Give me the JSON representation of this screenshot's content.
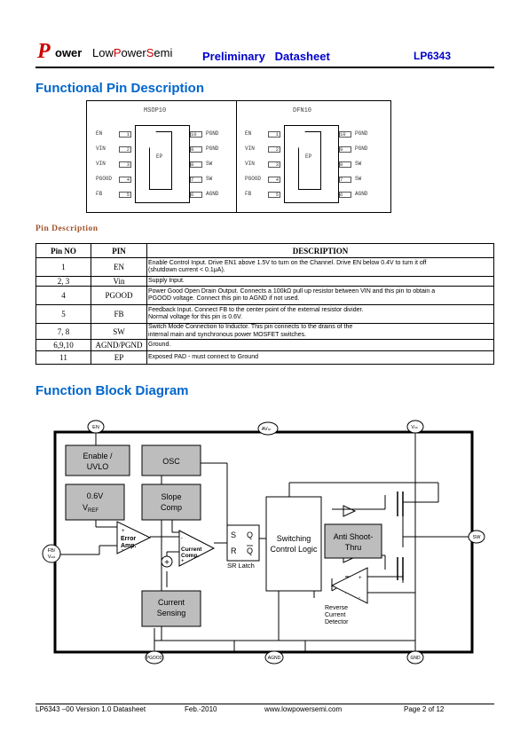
{
  "header": {
    "logo_p": "P",
    "logo_ower": "ower",
    "logo_rest_a": "Low",
    "logo_rest_b": "P",
    "logo_rest_c": "ower",
    "logo_rest_d": "S",
    "logo_rest_e": "emi",
    "title": "Preliminary   Datasheet",
    "part": "LP6343"
  },
  "section1_title": "Functional Pin Description",
  "packages": {
    "msop": {
      "name": "MSOP10",
      "left_pins": [
        [
          "EN",
          "1"
        ],
        [
          "VIN",
          "2"
        ],
        [
          "VIN",
          "3"
        ],
        [
          "PGOOD",
          "4"
        ],
        [
          "FB",
          "5"
        ]
      ],
      "right_pins": [
        [
          "10",
          "PGND"
        ],
        [
          "9",
          "PGND"
        ],
        [
          "8",
          "SW"
        ],
        [
          "7",
          "SW"
        ],
        [
          "6",
          "AGND"
        ]
      ],
      "ep": "EP"
    },
    "dfn": {
      "name": "DFN10",
      "left_pins": [
        [
          "EN",
          "1"
        ],
        [
          "VIN",
          "2"
        ],
        [
          "VIN",
          "3"
        ],
        [
          "PGOOD",
          "4"
        ],
        [
          "FB",
          "5"
        ]
      ],
      "right_pins": [
        [
          "10",
          "PGND"
        ],
        [
          "9",
          "PGND"
        ],
        [
          "8",
          "SW"
        ],
        [
          "7",
          "SW"
        ],
        [
          "6",
          "AGND"
        ]
      ],
      "ep": "EP"
    }
  },
  "pin_desc_title": "Pin Description",
  "table": {
    "headers": [
      "Pin NO",
      "PIN",
      "DESCRIPTION"
    ],
    "rows": [
      {
        "no": "1",
        "pin": "EN",
        "desc": [
          "Enable Control Input. Drive EN1 above 1.5V to turn on the Channel. Drive EN below 0.4V to turn it off",
          "(shutdown current < 0.1μA)."
        ]
      },
      {
        "no": "2, 3",
        "pin": "Vin",
        "desc": [
          "Supply Input."
        ]
      },
      {
        "no": "4",
        "pin": "PGOOD",
        "desc": [
          "Power Good Open Drain Output.  Connects a 100kΩ pull up resistor between VIN and this pin to obtain a",
          "PGOOD voltage. Connect this pin to AGND if not used."
        ]
      },
      {
        "no": "5",
        "pin": "FB",
        "desc": [
          "Feedback Input. Connect FB to the center point of the external resistor divider.",
          "Normal voltage for this pin is 0.6V."
        ]
      },
      {
        "no": "7, 8",
        "pin": "SW",
        "desc": [
          "Switch Mode Connection to Inductor. This pin connects to the drains of the",
          "internal main and synchronous power MOSFET switches."
        ]
      },
      {
        "no": "6,9,10",
        "pin": "AGND/PGND",
        "desc": [
          "Ground."
        ]
      },
      {
        "no": "11",
        "pin": "EP",
        "desc": [
          "Exposed PAD - must connect to Ground"
        ]
      }
    ]
  },
  "section2_title": "Function Block Diagram",
  "diagram": {
    "pins": {
      "en": "EN",
      "avcc": "AV",
      "avcc_sub": "cc",
      "vcc": "V",
      "vcc_sub": "cc",
      "fb": "FB/",
      "fb2": "V",
      "fb2_sub": "out",
      "sw": "SW",
      "pgood": "PGOOD",
      "agnd": "AGND",
      "gnd": "GND"
    },
    "blocks": {
      "enable": [
        "Enable /",
        "UVLO"
      ],
      "osc": "OSC",
      "vref": [
        "0.6V",
        "V",
        "REF"
      ],
      "slope": [
        "Slope",
        "Comp"
      ],
      "error_amp": [
        "Error",
        "Amp."
      ],
      "current_comp": [
        "Current",
        "Comp."
      ],
      "sr_latch": "SR Latch",
      "switching": [
        "Switching",
        "Control Logic"
      ],
      "antishoot": [
        "Anti Shoot-",
        "Thru"
      ],
      "current_sensing": [
        "Current",
        "Sensing"
      ],
      "reverse": [
        "Reverse",
        "Current",
        "Detector"
      ],
      "latch_s": "S",
      "latch_q": "Q",
      "latch_r": "R",
      "latch_qb": "Q"
    }
  },
  "footer": {
    "left": "LP6343 –00   Version 1.0 Datasheet",
    "date": "Feb.-2010",
    "url": "www.lowpowersemi.com",
    "page": "Page 2 of 12"
  }
}
